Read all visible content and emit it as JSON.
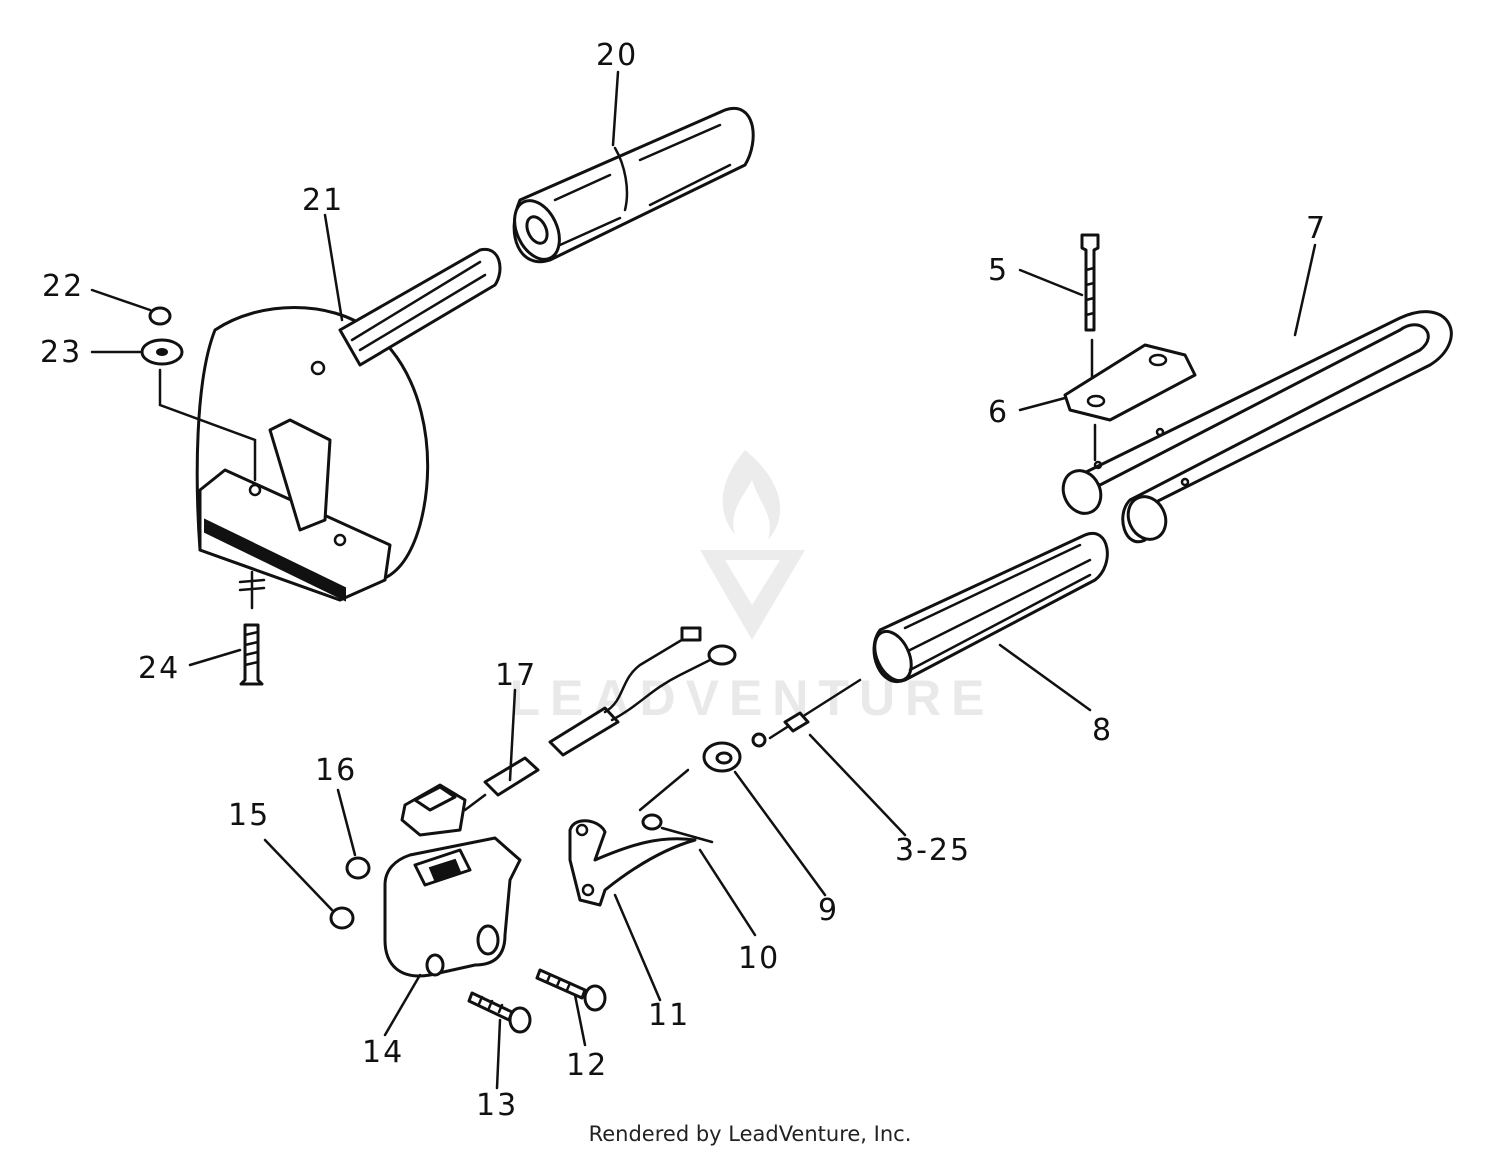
{
  "diagram": {
    "callouts": [
      "20",
      "21",
      "22",
      "23",
      "24",
      "7",
      "5",
      "6",
      "8",
      "17",
      "3-25",
      "9",
      "10",
      "11",
      "12",
      "13",
      "14",
      "15",
      "16"
    ]
  },
  "watermark": {
    "text": "LEADVENTURE"
  },
  "footer": {
    "text": "Rendered by LeadVenture, Inc."
  }
}
